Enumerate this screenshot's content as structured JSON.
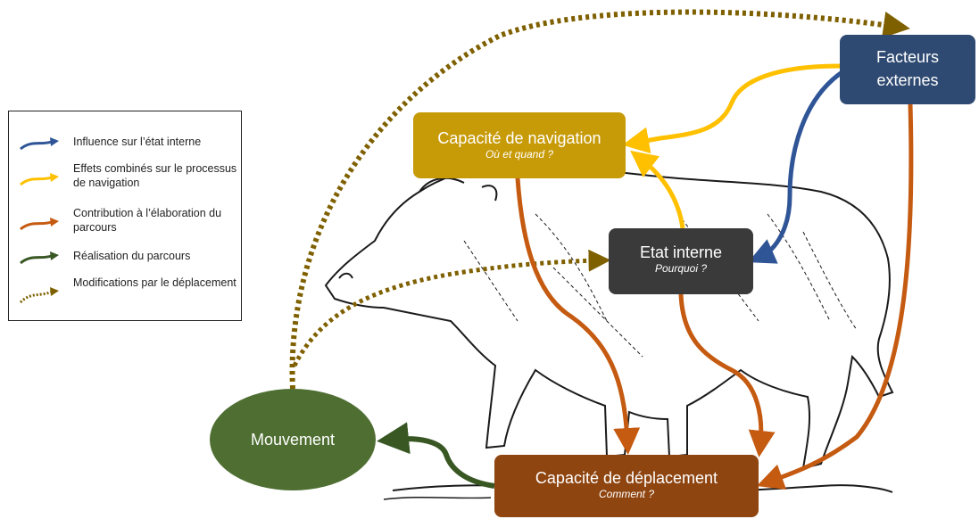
{
  "legend": [
    {
      "label": "Influence sur l’état interne",
      "color": "#2f5597",
      "style": "solid"
    },
    {
      "label": "Effets combinés sur le processus de navigation",
      "color": "#ffc000",
      "style": "solid"
    },
    {
      "label": "Contribution à l’élaboration du parcours",
      "color": "#c55a11",
      "style": "solid"
    },
    {
      "label": "Réalisation du parcours",
      "color": "#385723",
      "style": "solid"
    },
    {
      "label": "Modifications par le déplacement",
      "color": "#7f6000",
      "style": "dotted"
    }
  ],
  "nodes": {
    "navigation": {
      "title": "Capacité de navigation",
      "subtitle": "Où et quand ?"
    },
    "etat": {
      "title": "Etat interne",
      "subtitle": "Pourquoi ?"
    },
    "facteurs": {
      "title_line1": "Facteurs",
      "title_line2": "externes"
    },
    "deplacement": {
      "title": "Capacité de déplacement",
      "subtitle": "Comment ?"
    },
    "mouvement": {
      "title": "Mouvement"
    }
  },
  "colors": {
    "blue": "#2f5597",
    "yellow": "#ffc000",
    "orange": "#c55a11",
    "green": "#385723",
    "brown_dotted": "#7f6000",
    "box_navigation": "#c79a08",
    "box_etat": "#3a3a3a",
    "box_facteurs": "#2f4a72",
    "box_deplacement": "#8f4510",
    "ellipse_mouvement": "#4f6f32"
  },
  "illustration": {
    "subject": "wild-boar-drawing"
  }
}
